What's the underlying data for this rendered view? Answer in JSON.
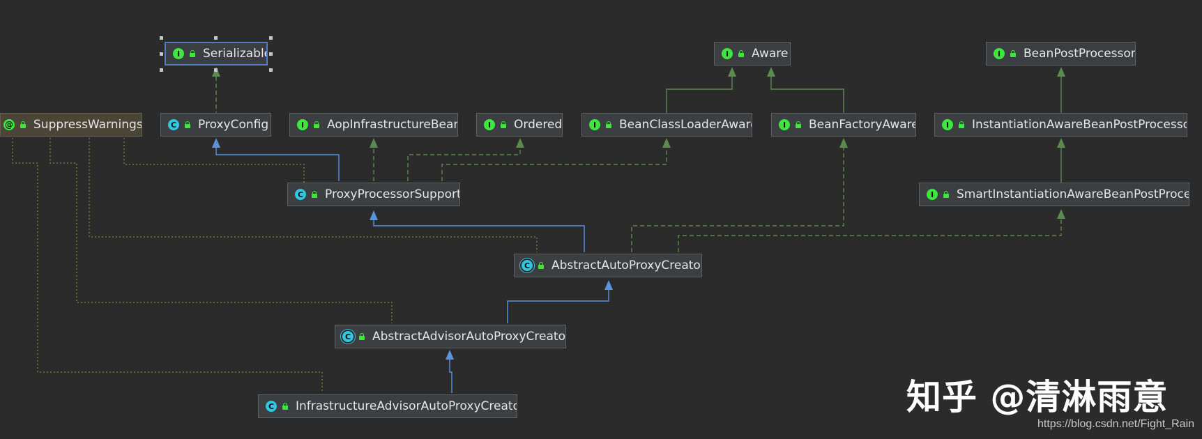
{
  "diagram": {
    "nodes": [
      {
        "id": "serializable",
        "label": "Serializable",
        "kind": "I"
      },
      {
        "id": "aware",
        "label": "Aware",
        "kind": "I"
      },
      {
        "id": "bpp",
        "label": "BeanPostProcessor",
        "kind": "I"
      },
      {
        "id": "suppress",
        "label": "SuppressWarnings",
        "kind": "@"
      },
      {
        "id": "proxyconfig",
        "label": "ProxyConfig",
        "kind": "C"
      },
      {
        "id": "aopinfra",
        "label": "AopInfrastructureBean",
        "kind": "I"
      },
      {
        "id": "ordered",
        "label": "Ordered",
        "kind": "I"
      },
      {
        "id": "bcla",
        "label": "BeanClassLoaderAware",
        "kind": "I"
      },
      {
        "id": "bfa",
        "label": "BeanFactoryAware",
        "kind": "I"
      },
      {
        "id": "iabpp",
        "label": "InstantiationAwareBeanPostProcessor",
        "kind": "I"
      },
      {
        "id": "pps",
        "label": "ProxyProcessorSupport",
        "kind": "C"
      },
      {
        "id": "siabpp",
        "label": "SmartInstantiationAwareBeanPostProcesso",
        "kind": "I"
      },
      {
        "id": "aapc",
        "label": "AbstractAutoProxyCreator",
        "kind": "C"
      },
      {
        "id": "aaapc",
        "label": "AbstractAdvisorAutoProxyCreator",
        "kind": "C"
      },
      {
        "id": "iaapc",
        "label": "InfrastructureAdvisorAutoProxyCreator",
        "kind": "C"
      }
    ],
    "edges": [
      {
        "from": "proxyconfig",
        "to": "serializable",
        "type": "implements"
      },
      {
        "from": "pps",
        "to": "proxyconfig",
        "type": "extends"
      },
      {
        "from": "pps",
        "to": "aopinfra",
        "type": "implements"
      },
      {
        "from": "pps",
        "to": "ordered",
        "type": "implements"
      },
      {
        "from": "pps",
        "to": "bcla",
        "type": "implements"
      },
      {
        "from": "bcla",
        "to": "aware",
        "type": "interface-extends"
      },
      {
        "from": "bfa",
        "to": "aware",
        "type": "interface-extends"
      },
      {
        "from": "iabpp",
        "to": "bpp",
        "type": "interface-extends"
      },
      {
        "from": "siabpp",
        "to": "iabpp",
        "type": "interface-extends"
      },
      {
        "from": "aapc",
        "to": "pps",
        "type": "extends"
      },
      {
        "from": "aapc",
        "to": "bfa",
        "type": "implements"
      },
      {
        "from": "aapc",
        "to": "siabpp",
        "type": "implements"
      },
      {
        "from": "aaapc",
        "to": "aapc",
        "type": "extends"
      },
      {
        "from": "iaapc",
        "to": "aaapc",
        "type": "extends"
      },
      {
        "from": "pps",
        "to": "suppress",
        "type": "annotated"
      },
      {
        "from": "aapc",
        "to": "suppress",
        "type": "annotated"
      },
      {
        "from": "aaapc",
        "to": "suppress",
        "type": "annotated"
      },
      {
        "from": "iaapc",
        "to": "suppress",
        "type": "annotated"
      }
    ]
  },
  "selected_node": "serializable",
  "watermark": "知乎 @清淋雨意",
  "credit": "https://blog.csdn.net/Fight_Rain",
  "colors": {
    "background": "#2b2b2b",
    "extends_edge": "#5b93e0",
    "implements_edge": "#5c8a4e",
    "annotation_edge": "#8a8a3a",
    "interface_badge": "#3ee73e",
    "class_badge": "#32c6e0"
  }
}
